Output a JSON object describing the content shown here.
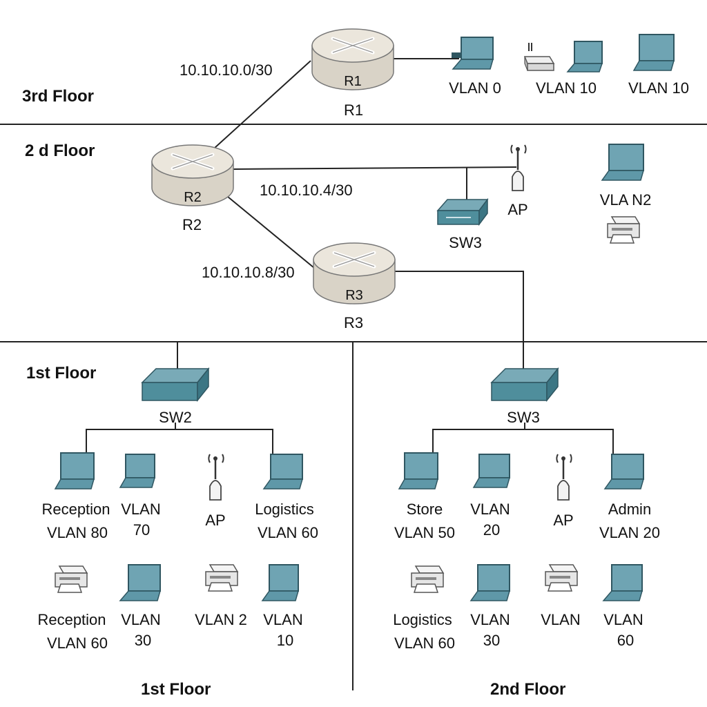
{
  "colors": {
    "line": "#222222",
    "router_body": "#d9d3c7",
    "router_top": "#ebe6dc",
    "switch": "#4f8e9c",
    "screen": "#6fa4b3",
    "laptop_base": "#5f98a8",
    "printer": "#e9e9e9"
  },
  "floors": {
    "third": "3rd Floor",
    "second_top": "2 d Floor",
    "first_top": "1st Floor",
    "first_bottom": "1st Floor",
    "second_bottom": "2nd Floor"
  },
  "routers": {
    "r1": {
      "icon": "R1",
      "name": "R1"
    },
    "r2": {
      "icon": "R2",
      "name": "R2"
    },
    "r3": {
      "icon": "R3",
      "name": "R3"
    }
  },
  "subnets": {
    "r1_r2": "10.10.10.0/30",
    "r2_r3": "10.10.10.8/30",
    "r2_sw": "10.10.10.4/30"
  },
  "floor3": {
    "vlan_a": "VLAN 0",
    "vlan_b": "VLAN 10",
    "vlan_c": "VLAN 10"
  },
  "floor2": {
    "switch": "SW3",
    "ap": "AP",
    "vlan": "VLA N2"
  },
  "left_block": {
    "switch": "SW2",
    "row1": [
      {
        "l1": "Reception",
        "l2": "VLAN 80"
      },
      {
        "l1": "VLAN",
        "l2": "70"
      },
      {
        "l1": "AP",
        "l2": ""
      },
      {
        "l1": "Logistics",
        "l2": "VLAN 60"
      }
    ],
    "row2": [
      {
        "l1": "Reception",
        "l2": "VLAN 60"
      },
      {
        "l1": "VLAN",
        "l2": "30"
      },
      {
        "l1": "VLAN 2",
        "l2": ""
      },
      {
        "l1": "VLAN",
        "l2": "10"
      }
    ]
  },
  "right_block": {
    "switch": "SW3",
    "row1": [
      {
        "l1": "Store",
        "l2": "VLAN 50"
      },
      {
        "l1": "VLAN",
        "l2": "20"
      },
      {
        "l1": "AP",
        "l2": ""
      },
      {
        "l1": "Admin",
        "l2": "VLAN 20"
      }
    ],
    "row2": [
      {
        "l1": "Logistics",
        "l2": "VLAN 60"
      },
      {
        "l1": "VLAN",
        "l2": "30"
      },
      {
        "l1": "VLAN",
        "l2": ""
      },
      {
        "l1": "VLAN",
        "l2": "60"
      }
    ]
  }
}
